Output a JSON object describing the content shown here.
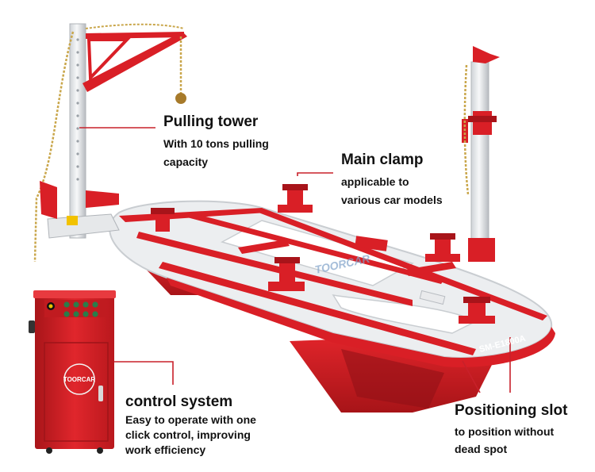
{
  "callouts": {
    "pulling_tower": {
      "title": "Pulling tower",
      "line1": "With 10 tons pulling",
      "line2": "capacity"
    },
    "main_clamp": {
      "title": "Main clamp",
      "line1": "applicable to",
      "line2": "various car models"
    },
    "control_system": {
      "title": "control system",
      "line1": "Easy to operate with one",
      "line2": "click control, improving",
      "line3": "work efficiency"
    },
    "positioning_slot": {
      "title": "Positioning slot",
      "line1": "to position without",
      "line2": "dead spot"
    }
  },
  "product": {
    "cabinet_brand": "TOORCAR",
    "bench_watermark": "TOORCAR",
    "model_plate": "SM-E1800A"
  },
  "colors": {
    "frame_red": "#d91f26",
    "dark_red": "#a8141a",
    "platform_white": "#eceef0",
    "steel_gray": "#b9bdc2",
    "leader_line": "#c8202a"
  }
}
